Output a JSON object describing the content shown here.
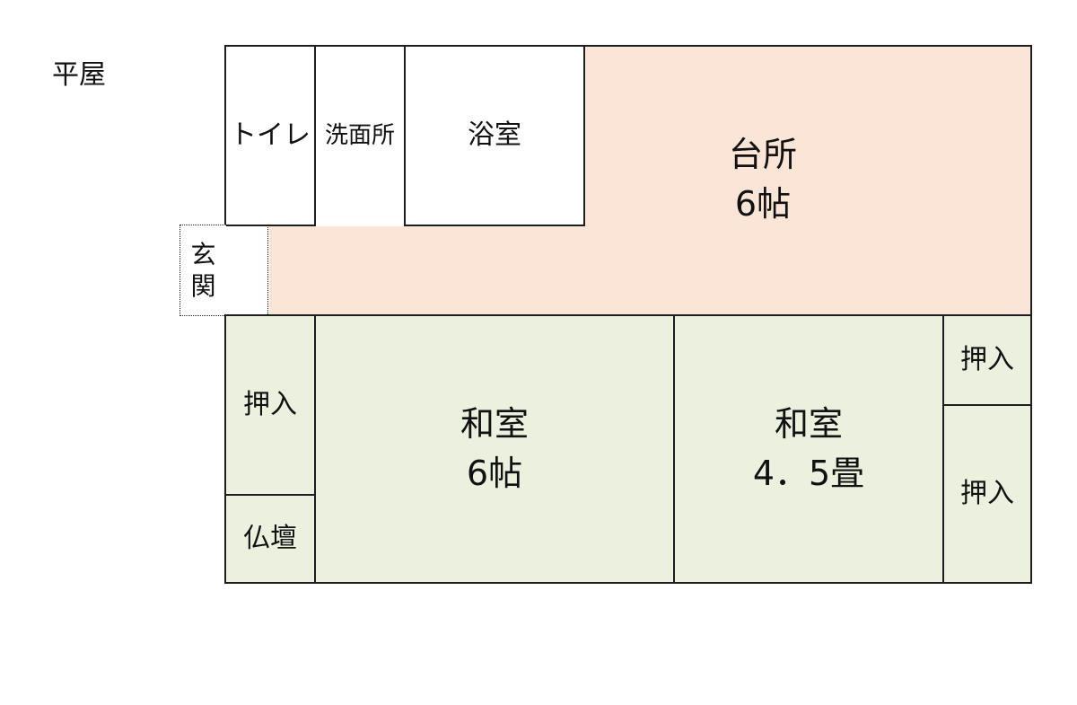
{
  "title": "平屋",
  "rooms": {
    "toilet": "トイレ",
    "washroom": "洗面所",
    "bath": "浴室",
    "kitchen": {
      "name": "台所",
      "size": "6帖"
    },
    "entrance": {
      "line1": "玄",
      "line2": "関"
    },
    "closet_left": "押入",
    "altar": "仏壇",
    "washitsu1": {
      "name": "和室",
      "size": "6帖"
    },
    "washitsu2": {
      "name": "和室",
      "size": "4．5畳"
    },
    "closet_right_top": "押入",
    "closet_right_bottom": "押入"
  },
  "colors": {
    "kitchen_fill": "#fbe5d6",
    "tatami_fill": "#ebf1de",
    "wall": "#1e1e1e"
  }
}
